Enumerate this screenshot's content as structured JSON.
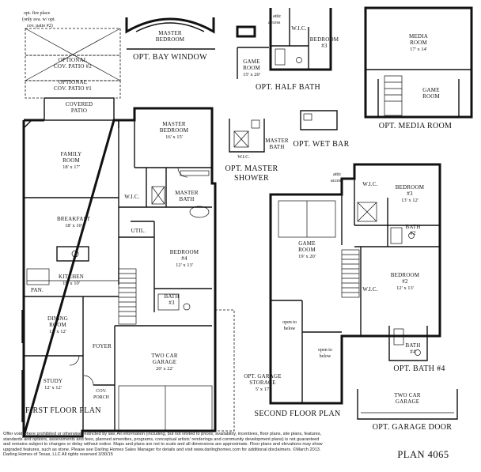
{
  "labels": {
    "fireplace": [
      "opt. fire place",
      "(only ava. w/ opt.",
      "cov. patio #2)"
    ],
    "opt_cov_patio_2": [
      "OPTIONAL",
      "COV. PATIO #2"
    ],
    "opt_cov_patio_1": [
      "OPTIONAL",
      "COV. PATIO #1"
    ],
    "covered_patio": [
      "COVERED",
      "PATIO"
    ],
    "family_room": [
      "FAMILY",
      "ROOM",
      "18' x 17'"
    ],
    "master_bedroom": [
      "MASTER",
      "BEDROOM",
      "16' x 15'"
    ],
    "wic_master": "W.I.C.",
    "master_bath": [
      "MASTER",
      "BATH"
    ],
    "breakfast": [
      "BREAKFAST",
      "18' x 10'"
    ],
    "util": "UTIL.",
    "kitchen": [
      "KITCHEN",
      "19' x 10'"
    ],
    "pan": "PAN.",
    "bedroom4": [
      "BEDROOM",
      "#4",
      "12' x 13'"
    ],
    "bath3": [
      "BATH",
      "#3"
    ],
    "dining": [
      "DINING",
      "ROOM",
      "12' x 12'"
    ],
    "foyer": "FOYER",
    "garage": [
      "TWO CAR",
      "GARAGE",
      "20' x 22'"
    ],
    "study": [
      "STUDY",
      "12' x 12'"
    ],
    "cov_porch": [
      "COV.",
      "PORCH"
    ],
    "first_floor": "FIRST FLOOR PLAN",
    "opt_garage_storage": [
      "OPT. GARAGE",
      "STORAGE",
      "5' x 17'"
    ],
    "bay_master": [
      "MASTER",
      "BEDROOM"
    ],
    "opt_bay_window": "OPT. BAY WINDOW",
    "attic_access_top": [
      "attic",
      "access"
    ],
    "wic_top": "W.I.C.",
    "bedroom3_top": [
      "BEDROOM",
      "#3"
    ],
    "game_room_top": [
      "GAME",
      "ROOM",
      "15' x 20'"
    ],
    "opt_half_bath": "OPT. HALF BATH",
    "media_room": [
      "MEDIA",
      "ROOM",
      "17' x 14'"
    ],
    "game_room_media": [
      "GAME",
      "ROOM"
    ],
    "opt_media_room": "OPT. MEDIA ROOM",
    "wic_shower": "W.I.C.",
    "master_bath_shower": [
      "MASTER",
      "BATH"
    ],
    "opt_master_shower": [
      "OPT. MASTER",
      "SHOWER"
    ],
    "opt_wet_bar": "OPT. WET BAR",
    "attic_access_second": [
      "attic",
      "access"
    ],
    "wic_bed3": "W.I.C.",
    "bedroom3": [
      "BEDROOM",
      "#3",
      "13' x 12'"
    ],
    "game_room": [
      "GAME",
      "ROOM",
      "19' x 20'"
    ],
    "bath2": [
      "BATH",
      "#2"
    ],
    "bedroom2": [
      "BEDROOM",
      "#2",
      "12' x 13'"
    ],
    "wic_bed2": "W.I.C.",
    "open_below_1": [
      "open to",
      "below"
    ],
    "open_below_2": [
      "open to",
      "below"
    ],
    "bath4": [
      "BATH",
      "#4"
    ],
    "opt_bath4": "OPT. BATH #4",
    "second_floor": "SECOND FLOOR PLAN",
    "garage_door": [
      "TWO CAR",
      "GARAGE"
    ],
    "opt_garage_door": "OPT. GARAGE DOOR",
    "plan_number": "PLAN 4065"
  },
  "disclaimer": "Offer void where prohibited or otherwise restricted by law. All information (including, but not limited to prices, availability, incentives, floor plans, site plans, features, standards and options, assessments and fees, planned amenities, programs, conceptual artists' renderings and community development plans) is not guaranteed and remains subject to changes or delay without notice. Maps and plans are not to scale and all dimensions are approximate. Floor plans and elevations may show upgraded features, such as stone. Please see Darling Homes Sales Manager for details and visit www.darlinghomes.com for additional disclaimers. ©March 2013. Darling Homes of Texas, LLC All rights reserved 3/30/15"
}
